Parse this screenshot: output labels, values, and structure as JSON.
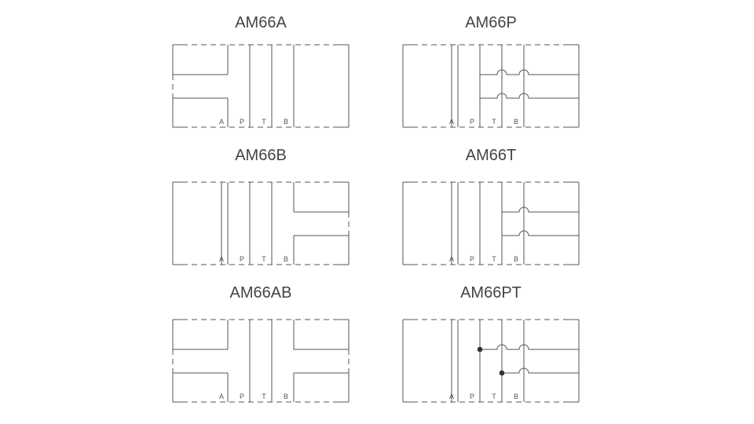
{
  "colors": {
    "line": "#555555",
    "title": "#444444",
    "background": "#ffffff"
  },
  "panels": [
    {
      "title": "AM66A",
      "ports": [
        "A",
        "P",
        "T",
        "B"
      ],
      "type": "A"
    },
    {
      "title": "AM66P",
      "ports": [
        "A",
        "P",
        "T",
        "B"
      ],
      "type": "P"
    },
    {
      "title": "AM66B",
      "ports": [
        "A",
        "P",
        "T",
        "B"
      ],
      "type": "B"
    },
    {
      "title": "AM66T",
      "ports": [
        "A",
        "P",
        "T",
        "B"
      ],
      "type": "T"
    },
    {
      "title": "AM66AB",
      "ports": [
        "A",
        "P",
        "T",
        "B"
      ],
      "type": "AB"
    },
    {
      "title": "AM66PT",
      "ports": [
        "A",
        "P",
        "T",
        "B"
      ],
      "type": "PT"
    }
  ]
}
